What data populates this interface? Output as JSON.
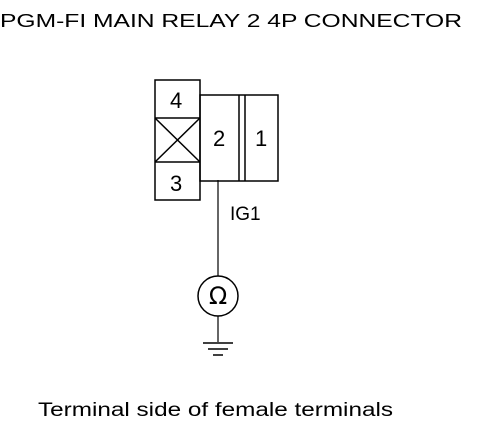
{
  "title": "PGM-FI MAIN RELAY 2 4P CONNECTOR",
  "connector": {
    "terminals": {
      "t4": "4",
      "t3": "3",
      "t2": "2",
      "t1": "1"
    },
    "unused_cavity_icon": "x-mark-cavity"
  },
  "wire": {
    "label": "IG1"
  },
  "meter": {
    "symbol": "Ω",
    "icon": "ohmmeter-icon"
  },
  "ground": {
    "icon": "ground-icon"
  },
  "caption": "Terminal side of female terminals"
}
